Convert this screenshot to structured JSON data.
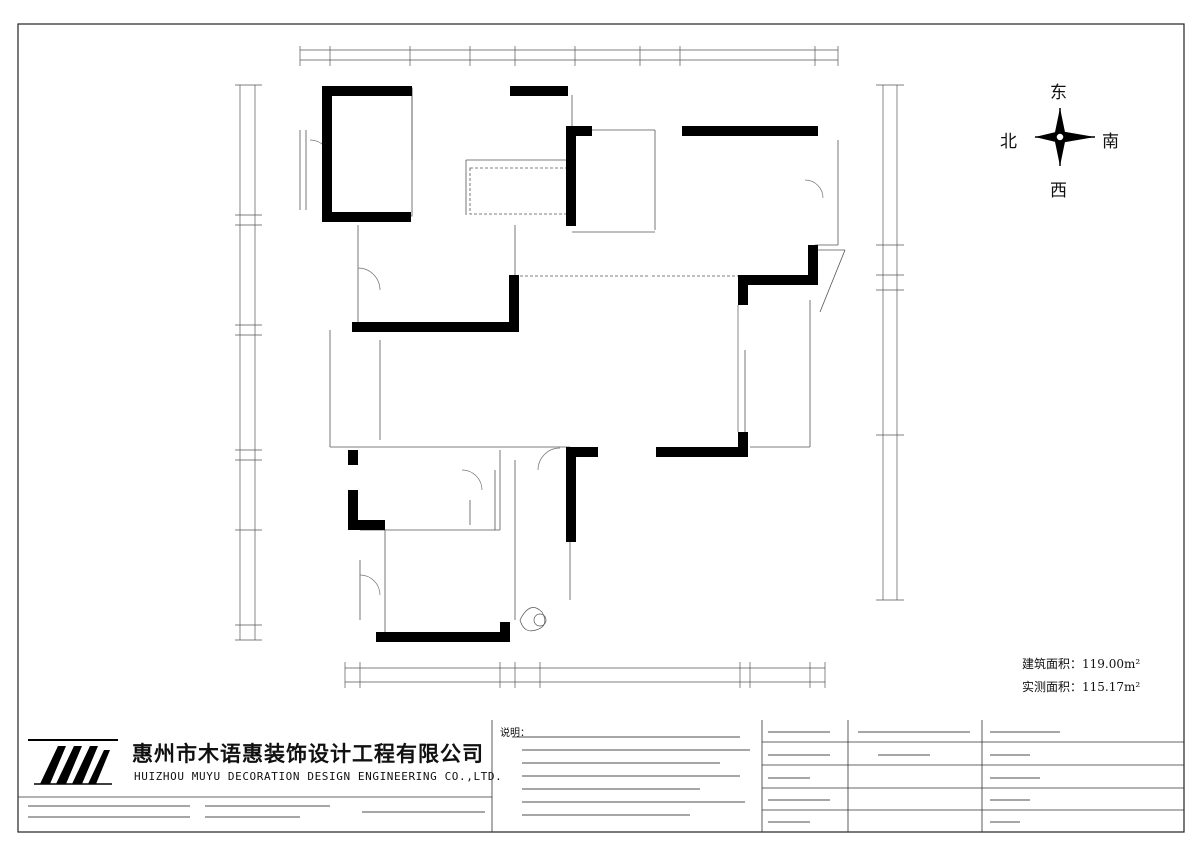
{
  "company": {
    "name_cn": "惠州市木语惠装饰设计工程有限公司",
    "name_en": "HUIZHOU MUYU DECORATION DESIGN ENGINEERING CO.,LTD."
  },
  "compass": {
    "east": "东",
    "north": "北",
    "south": "南",
    "west": "西"
  },
  "areas": {
    "built": "建筑面积：119.00m²",
    "measured": "实测面积：115.17m²"
  },
  "notes_heading": "说明：",
  "wall_color": "#000000",
  "line_color": "#555555"
}
